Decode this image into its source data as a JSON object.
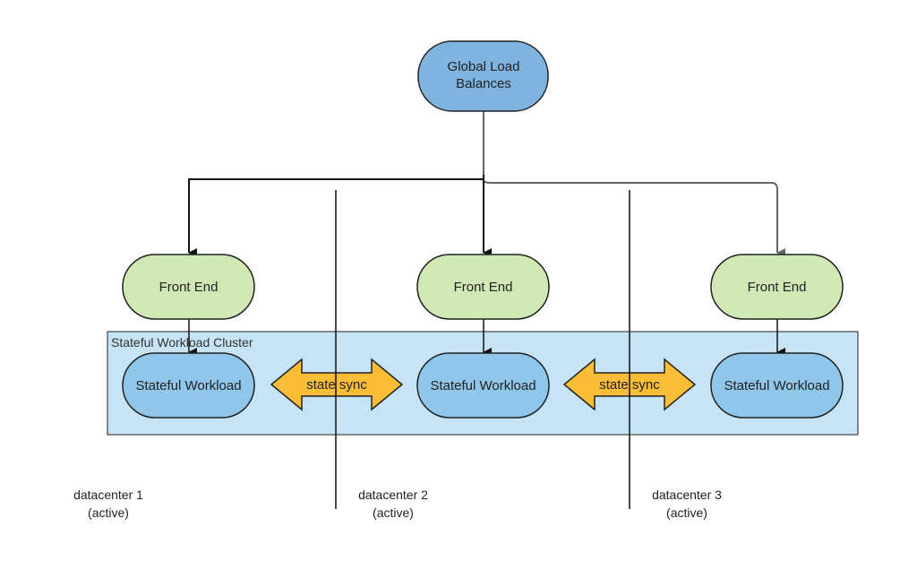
{
  "diagram": {
    "global_lb": {
      "label_line1": "Global Load",
      "label_line2": "Balances"
    },
    "front_ends": [
      {
        "label": "Front End"
      },
      {
        "label": "Front End"
      },
      {
        "label": "Front End"
      }
    ],
    "cluster": {
      "label": "Stateful Workload Cluster"
    },
    "workloads": [
      {
        "label": "Stateful Workload"
      },
      {
        "label": "Stateful Workload"
      },
      {
        "label": "Stateful Workload"
      }
    ],
    "sync_arrows": [
      {
        "label": "state sync"
      },
      {
        "label": "state sync"
      }
    ],
    "datacenters": [
      {
        "name": "datacenter 1",
        "status": "(active)"
      },
      {
        "name": "datacenter 2",
        "status": "(active)"
      },
      {
        "name": "datacenter 3",
        "status": "(active)"
      }
    ]
  },
  "colors": {
    "global_lb_fill": "#7fb3e0",
    "front_end_fill": "#cfe8b4",
    "workload_fill": "#8fc6ea",
    "cluster_fill": "#c6e4f5",
    "sync_arrow_fill": "#f9bd38"
  }
}
